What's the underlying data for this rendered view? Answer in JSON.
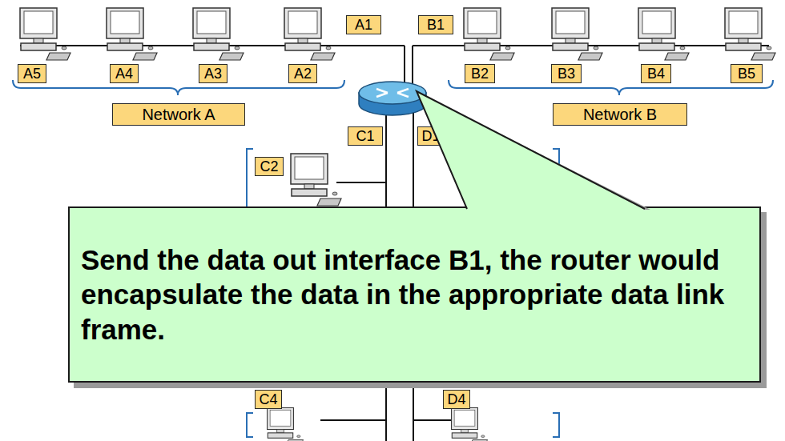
{
  "diagram": {
    "nodes": [
      {
        "text": [
          "A1"
        ]
      },
      {
        "text": [
          "B1"
        ]
      },
      {
        "text": [
          "A5"
        ]
      },
      {
        "text": [
          "A4"
        ]
      },
      {
        "text": [
          "A3"
        ]
      },
      {
        "text": [
          "A2"
        ]
      },
      {
        "text": [
          "B2"
        ]
      },
      {
        "text": [
          "B3"
        ]
      },
      {
        "text": [
          "B4"
        ]
      },
      {
        "text": [
          "B5"
        ]
      },
      {
        "text": [
          "Network A"
        ]
      },
      {
        "text": [
          "Network B"
        ]
      },
      {
        "text": [
          "C1"
        ]
      },
      {
        "text": [
          "D1"
        ]
      },
      {
        "text": [
          "C2"
        ]
      },
      {
        "text": [
          "Send the data out interface B1, the router would encapsulate the data in the appropriate data link frame."
        ]
      },
      {
        "text": [
          "C4"
        ]
      },
      {
        "text": [
          "D4"
        ]
      }
    ]
  }
}
